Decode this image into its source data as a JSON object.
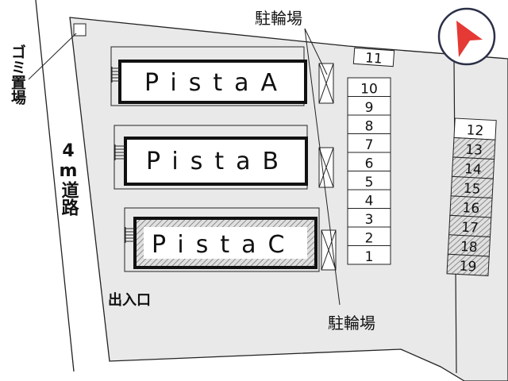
{
  "labels": {
    "bike_parking_top": "駐輪場",
    "bike_parking_bottom": "駐輪場",
    "garbage": "ゴミ置場",
    "road": "4m道路",
    "entrance": "出入口"
  },
  "buildings": [
    {
      "name": "PistaA",
      "shaded": false
    },
    {
      "name": "PistaB",
      "shaded": false
    },
    {
      "name": "PistaC",
      "shaded": true
    }
  ],
  "parking_left": [
    "11",
    "10",
    "9",
    "8",
    "7",
    "6",
    "5",
    "4",
    "3",
    "2",
    "1"
  ],
  "parking_right": [
    {
      "label": "12",
      "shaded": false
    },
    {
      "label": "13",
      "shaded": true
    },
    {
      "label": "14",
      "shaded": true
    },
    {
      "label": "15",
      "shaded": true
    },
    {
      "label": "16",
      "shaded": true
    },
    {
      "label": "17",
      "shaded": true
    },
    {
      "label": "18",
      "shaded": true
    },
    {
      "label": "19",
      "shaded": true
    }
  ],
  "compass": {
    "icon": "north-arrow-icon",
    "color": "#e53935",
    "ring_color": "#2b3048"
  },
  "colors": {
    "lot": "#e9e9e9",
    "line": "#222222"
  }
}
